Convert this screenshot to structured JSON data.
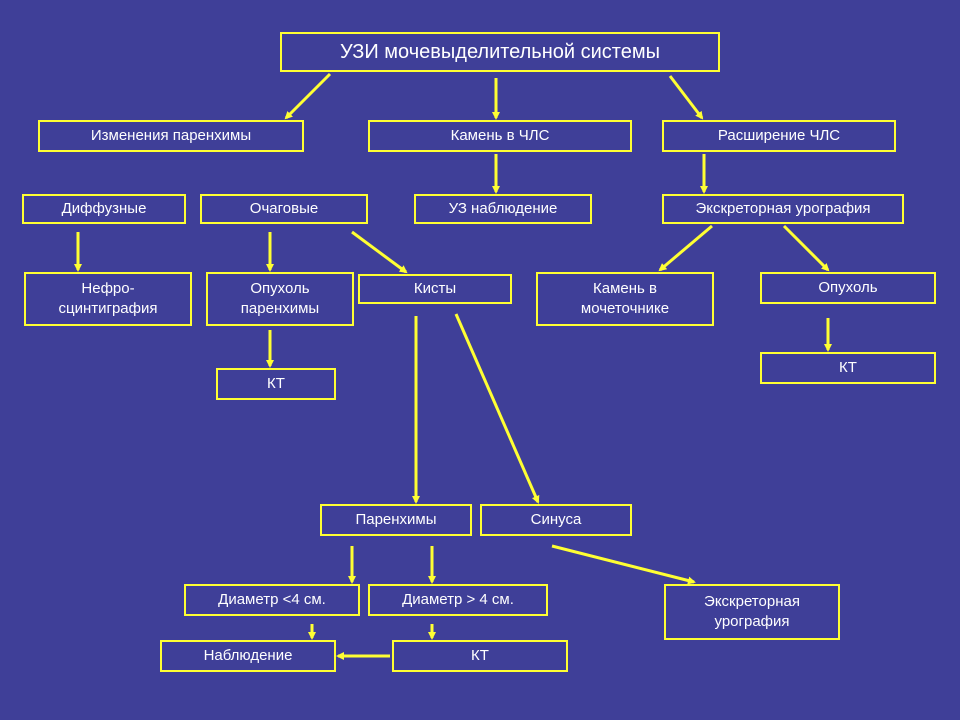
{
  "colors": {
    "background": "#3f3f98",
    "box_border": "#ffff33",
    "arrow": "#ffff33",
    "text": "#ffffff"
  },
  "nodes": {
    "root": "УЗИ мочевыделительной системы",
    "parenchyma_changes": "Изменения паренхимы",
    "stone_chls": "Камень в ЧЛС",
    "dilation_chls": "Расширение ЧЛС",
    "diffuse": "Диффузные",
    "focal": "Очаговые",
    "us_observation": "УЗ наблюдение",
    "excretory_urography_1": "Экскреторная урография",
    "nephroscintigraphy": "Нефро-\nсцинтиграфия",
    "parenchyma_tumor": "Опухоль\nпаренхимы",
    "cysts": "Кисты",
    "ureter_stone": "Камень в\nмочеточнике",
    "tumor": "Опухоль",
    "ct_1": "КТ",
    "ct_2": "КТ",
    "cyst_parenchyma": "Паренхимы",
    "cyst_sinus": "Синуса",
    "diameter_lt4": "Диаметр <4 см.",
    "diameter_gt4": "Диаметр > 4 см.",
    "excretory_urography_2": "Экскреторная\nурография",
    "observation": "Наблюдение",
    "ct_3": "КТ"
  }
}
